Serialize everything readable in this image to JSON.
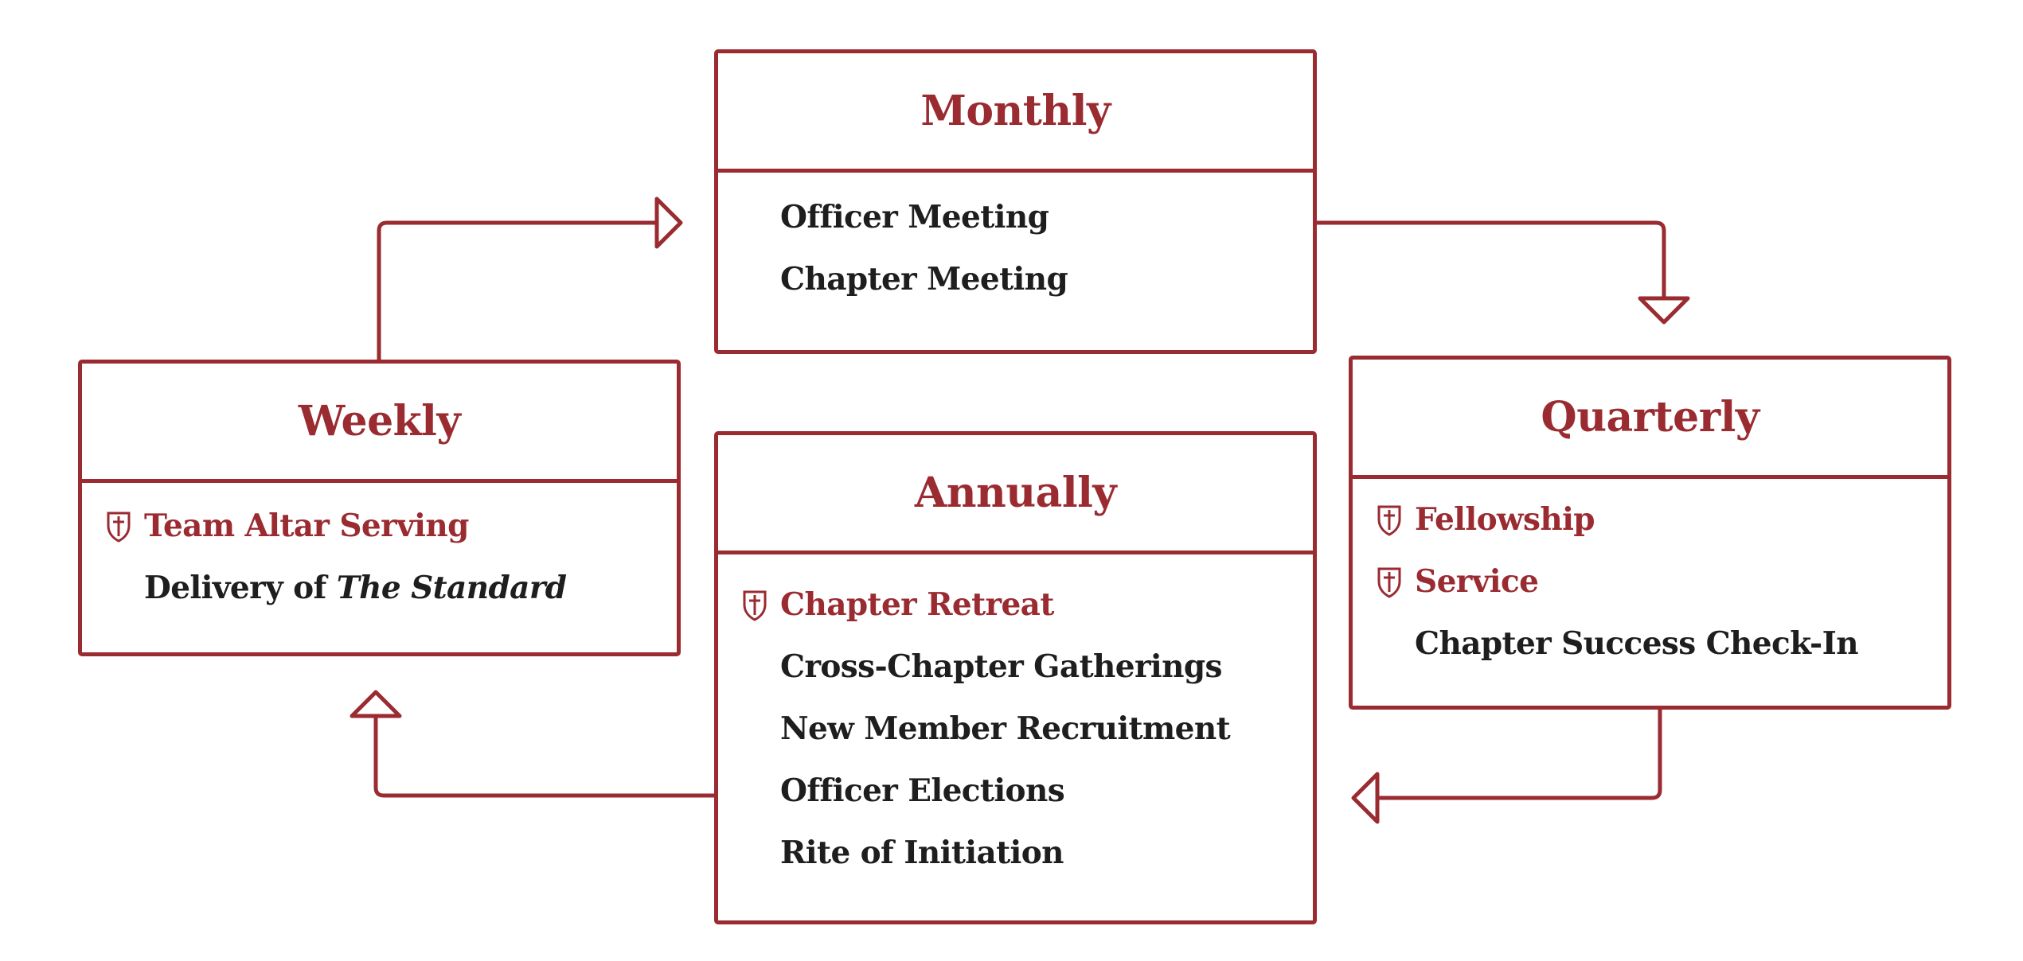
{
  "colors": {
    "accent": "#9a2b31",
    "text": "#1e1e1e",
    "background": "#ffffff"
  },
  "boxes": {
    "monthly": {
      "title": "Monthly",
      "items": [
        {
          "text": "Officer Meeting",
          "featured": false
        },
        {
          "text": "Chapter Meeting",
          "featured": false
        }
      ]
    },
    "weekly": {
      "title": "Weekly",
      "items": [
        {
          "text": "Team Altar Serving",
          "featured": true,
          "icon": "cross-shield-icon"
        },
        {
          "text_before": "Delivery of ",
          "text_italic": "The Standard",
          "featured": false
        }
      ]
    },
    "quarterly": {
      "title": "Quarterly",
      "items": [
        {
          "text": "Fellowship",
          "featured": true,
          "icon": "cross-shield-icon"
        },
        {
          "text": "Service",
          "featured": true,
          "icon": "cross-shield-icon"
        },
        {
          "text": "Chapter Success Check-In",
          "featured": false
        }
      ]
    },
    "annually": {
      "title": "Annually",
      "items": [
        {
          "text": "Chapter Retreat",
          "featured": true,
          "icon": "cross-shield-icon"
        },
        {
          "text": "Cross-Chapter Gatherings",
          "featured": false
        },
        {
          "text": "New Member Recruitment",
          "featured": false
        },
        {
          "text": "Officer Elections",
          "featured": false
        },
        {
          "text": "Rite of Initiation",
          "featured": false
        }
      ]
    }
  },
  "flow": [
    {
      "from": "weekly",
      "to": "monthly"
    },
    {
      "from": "monthly",
      "to": "quarterly"
    },
    {
      "from": "quarterly",
      "to": "annually"
    },
    {
      "from": "annually",
      "to": "weekly"
    }
  ]
}
